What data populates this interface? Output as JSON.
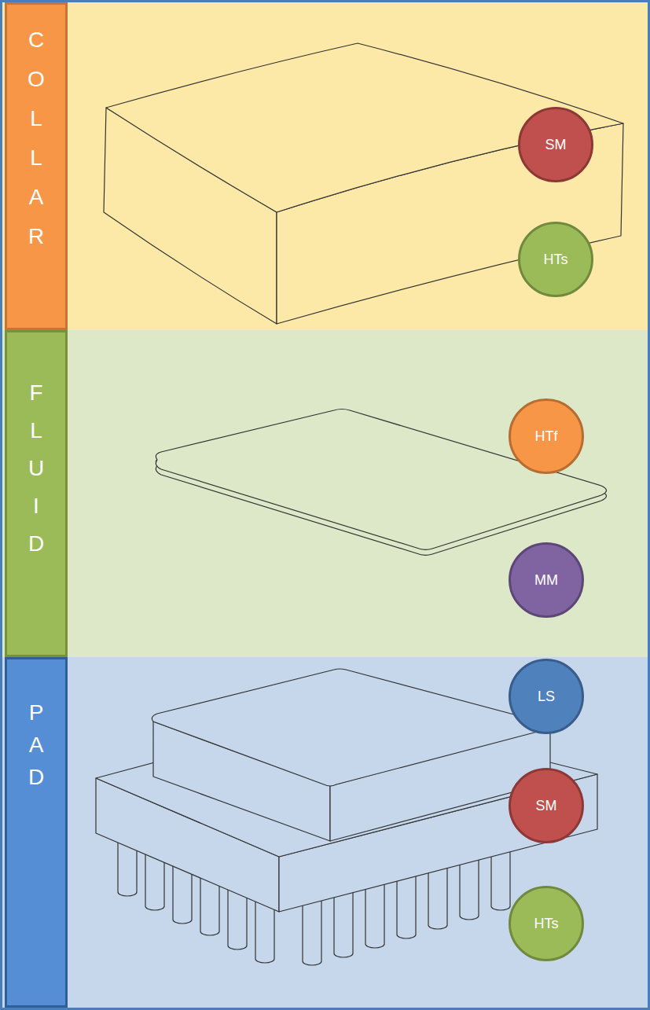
{
  "diagram": {
    "nodes": [
      {
        "text": [
          "COLLAR"
        ]
      },
      {
        "text": [
          "SM"
        ],
        "in": 0
      },
      {
        "text": [
          "HTs"
        ],
        "in": 0
      },
      {
        "text": [
          "FLUID"
        ]
      },
      {
        "text": [
          "HTf"
        ],
        "in": 3
      },
      {
        "text": [
          "MM"
        ],
        "in": 3
      },
      {
        "text": [
          "PAD"
        ]
      },
      {
        "text": [
          "LS"
        ],
        "in": 6
      },
      {
        "text": [
          "SM"
        ],
        "in": 6
      },
      {
        "text": [
          "HTs"
        ],
        "in": 6
      }
    ]
  }
}
